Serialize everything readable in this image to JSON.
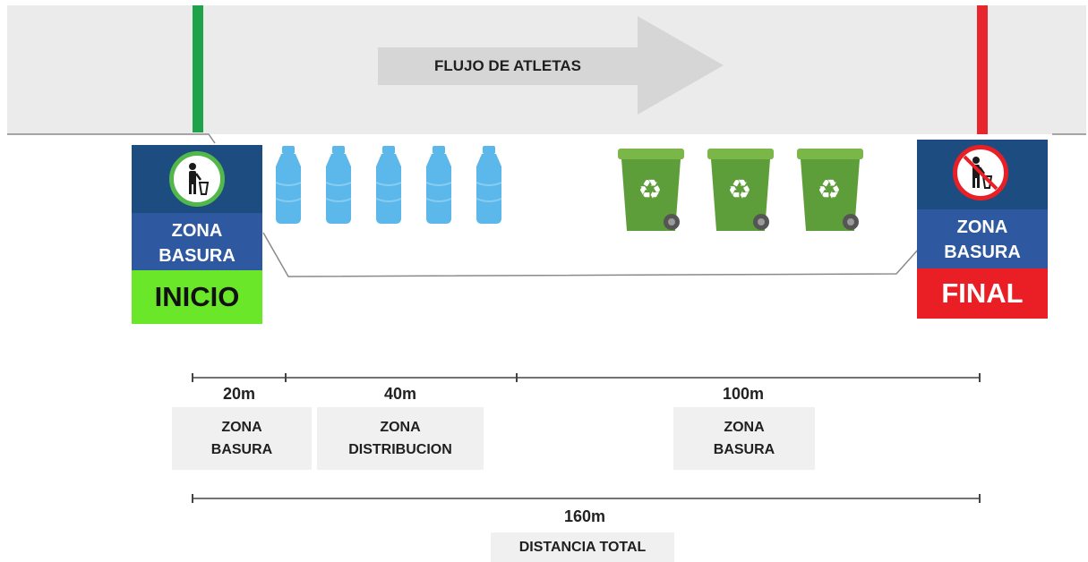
{
  "diagram": {
    "flow_label": "FLUJO DE ATLETAS",
    "start_sign": {
      "zone_line1": "ZONA",
      "zone_line2": "BASURA",
      "status": "INICIO",
      "status_color": "#6be72a"
    },
    "end_sign": {
      "zone_line1": "ZONA",
      "zone_line2": "BASURA",
      "status": "FINAL",
      "status_color": "#ea1f25"
    },
    "start_line_color": "#1ea24a",
    "end_line_color": "#e8262d",
    "bottle_count": 5,
    "bin_count": 3,
    "segments": [
      {
        "length": "20m",
        "zone_line1": "ZONA",
        "zone_line2": "BASURA"
      },
      {
        "length": "40m",
        "zone_line1": "ZONA",
        "zone_line2": "DISTRIBUCION"
      },
      {
        "length": "100m",
        "zone_line1": "ZONA",
        "zone_line2": "BASURA"
      }
    ],
    "total": {
      "length": "160m",
      "label": "DISTANCIA TOTAL"
    }
  }
}
